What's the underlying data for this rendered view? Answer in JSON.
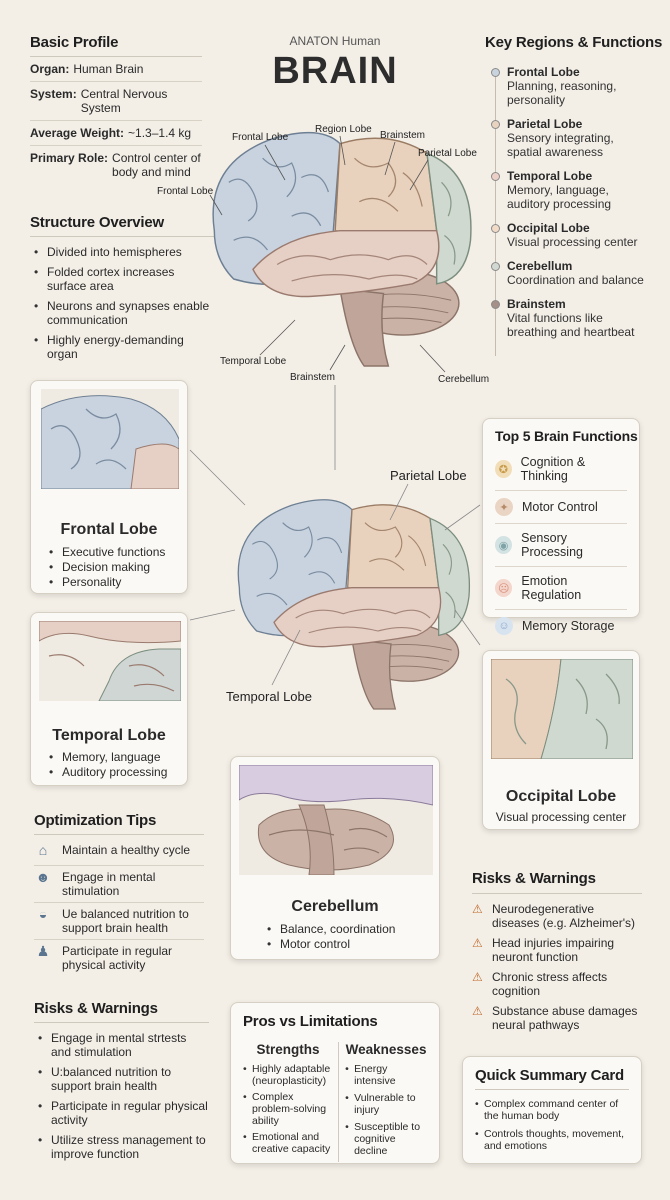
{
  "header": {
    "supertitle": "ANATON Human",
    "title": "BRAIN"
  },
  "basic_profile": {
    "title": "Basic Profile",
    "rows": [
      {
        "key": "Organ:",
        "value": "Human Brain"
      },
      {
        "key": "System:",
        "value": "Central Nervous System"
      },
      {
        "key": "Average Weight:",
        "value": "~1.3–1.4 kg"
      },
      {
        "key": "Primary Role:",
        "value": "Control center of body and mind"
      }
    ]
  },
  "structure_overview": {
    "title": "Structure Overview",
    "items": [
      "Divided into hemispheres",
      "Folded cortex increases surface area",
      "Neurons and synapses enable communication",
      "Highly energy-demanding organ"
    ]
  },
  "key_regions": {
    "title": "Key Regions & Functions",
    "items": [
      {
        "name": "Frontal Lobe",
        "desc": "Planning, reasoning, personality",
        "color": "#c9d3de"
      },
      {
        "name": "Parietal Lobe",
        "desc": "Sensory integrating, spatial awareness",
        "color": "#e7d3bf"
      },
      {
        "name": "Temporal Lobe",
        "desc": "Memory, language, auditory processing",
        "color": "#eccfc7"
      },
      {
        "name": "Occipital Lobe",
        "desc": "Visual processing center",
        "color": "#f1dbc7"
      },
      {
        "name": "Cerebellum",
        "desc": "Coordination and balance",
        "color": "#d1d9d2"
      },
      {
        "name": "Brainstem",
        "desc": "Vital functions like breathing and heartbeat",
        "color": "#a58f88"
      }
    ]
  },
  "top_brain_labels": {
    "frontal_a": "Frontal Lobe",
    "region": "Region Lobe",
    "brainstem_a": "Brainstem",
    "parietal": "Parietal Lobe",
    "frontal_b": "Frontal Lobe",
    "temporal": "Temporal Lobe",
    "brainstem_b": "Brainstem",
    "cerebellum": "Cerebellum"
  },
  "mid_brain_labels": {
    "parietal": "Parietal Lobe",
    "temporal": "Temporal Lobe"
  },
  "frontal_card": {
    "title": "Frontal Lobe",
    "items": [
      "Executive functions",
      "Decision making",
      "Personality"
    ]
  },
  "temporal_card": {
    "title": "Temporal Lobe",
    "items": [
      "Memory, language",
      "Auditory processing"
    ]
  },
  "occipital_card": {
    "title": "Occipital Lobe",
    "desc": "Visual processing center"
  },
  "cerebellum_card": {
    "title": "Cerebellum",
    "items": [
      "Balance, coordination",
      "Motor control"
    ]
  },
  "top_functions": {
    "title": "Top 5 Brain Functions",
    "items": [
      {
        "label": "Cognition & Thinking",
        "icon": "medal-icon",
        "color": "#c79a4a"
      },
      {
        "label": "Motor Control",
        "icon": "motor-icon",
        "color": "#b78a6a"
      },
      {
        "label": "Sensory Processing",
        "icon": "sensory-icon",
        "color": "#7fa3a6"
      },
      {
        "label": "Emotion Regulation",
        "icon": "emotion-icon",
        "color": "#d98f7c"
      },
      {
        "label": "Memory Storage",
        "icon": "memory-icon",
        "color": "#8aa7c8"
      }
    ]
  },
  "optimization_tips": {
    "title": "Optimization Tips",
    "items": [
      {
        "label": "Maintain a healthy cycle",
        "icon": "bed-icon"
      },
      {
        "label": "Engage in mental stimulation",
        "icon": "head-icon"
      },
      {
        "label": "Ue balanced nutrition to support brain health",
        "icon": "bowl-icon"
      },
      {
        "label": "Participate in regular physical activity",
        "icon": "runner-icon"
      }
    ]
  },
  "risks_left": {
    "title": "Risks & Warnings",
    "items": [
      "Engage in mental strtests and stimulation",
      "U:balanced nutrition to support brain health",
      "Participate in regular physical activity",
      "Utilize stress management to improve function"
    ]
  },
  "risks_right": {
    "title": "Risks & Warnings",
    "items": [
      "Neurodegenerative diseases (e.g. Alzheimer's)",
      "Head injuries impairing neuront function",
      "Chronic stress affects cognition",
      "Substance abuse damages neural pathways"
    ]
  },
  "pros_limits": {
    "title": "Pros vs Limitations",
    "strengths_title": "Strengths",
    "weaknesses_title": "Weaknesses",
    "strengths": [
      "Highly adaptable (neuroplasticity)",
      "Complex problem-solving ability",
      "Emotional and creative capacity"
    ],
    "weaknesses": [
      "Energy intensive",
      "Vulnerable to injury",
      "Susceptible to cognitive decline"
    ]
  },
  "summary_card": {
    "title": "Quick Summary Card",
    "items": [
      "Complex command center of the human body",
      "Controls thoughts, movement, and emotions"
    ]
  }
}
